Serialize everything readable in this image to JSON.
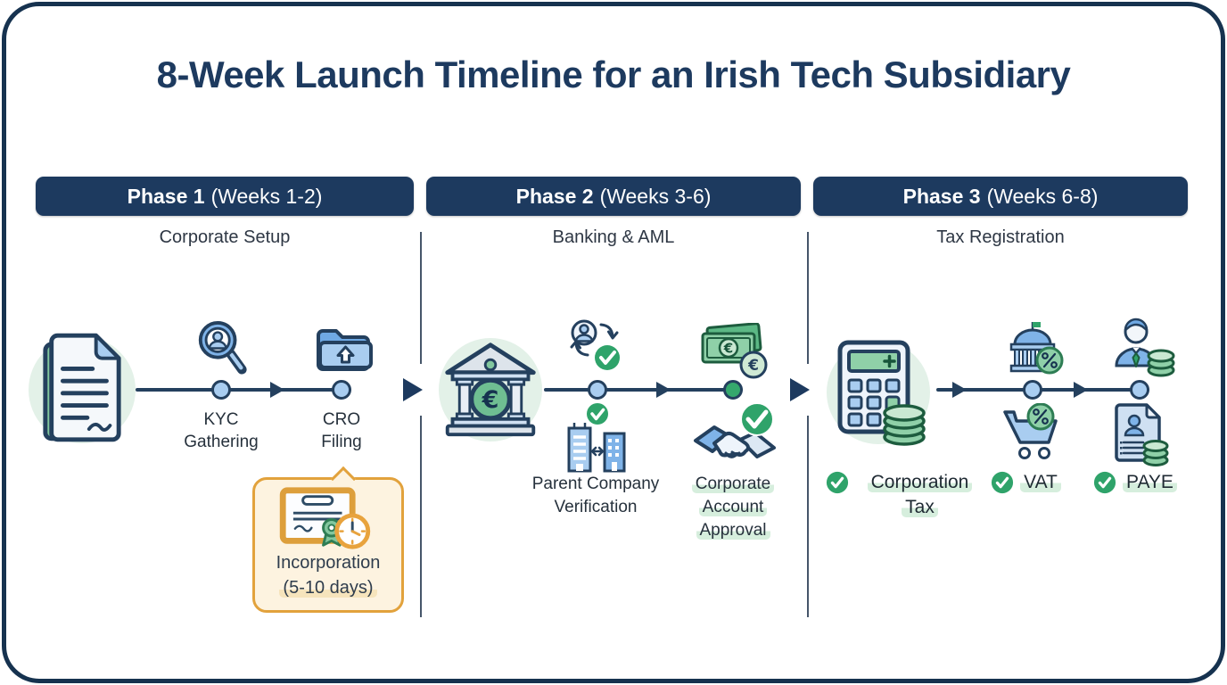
{
  "title": "8-Week Launch Timeline for an Irish Tech Subsidiary",
  "colors": {
    "navy": "#1d3a5f",
    "stroke": "#24405e",
    "node_blue": "#a9cdf0",
    "node_green": "#35a86d",
    "accent_green": "#2fa36a",
    "soft_green": "#e3f1e8",
    "highlight_green": "#d6eedd",
    "callout_border": "#e2a23c",
    "callout_bg": "#fdf3e0"
  },
  "phases": [
    {
      "header_bold": "Phase 1",
      "header_range": "(Weeks 1-2)",
      "subtitle": "Corporate Setup",
      "lead_icon": "documents-icon",
      "milestones": [
        {
          "label": "KYC Gathering",
          "icon": "magnifier-person-icon",
          "node": "blue"
        },
        {
          "label": "CRO Filing",
          "icon": "folder-upload-icon",
          "node": "blue"
        }
      ],
      "callout": {
        "icon": "certificate-clock-icon",
        "title": "Incorporation",
        "duration": "(5-10 days)"
      }
    },
    {
      "header_bold": "Phase 2",
      "header_range": "(Weeks 3-6)",
      "subtitle": "Banking & AML",
      "lead_icon": "bank-euro-icon",
      "milestones": [
        {
          "label": "Parent Company Verification",
          "icon_above": "person-verify-cycle-icon",
          "icon_below": "company-link-check-icon",
          "node": "blue"
        },
        {
          "label": "Corporate Account Approval",
          "icon_above": "euro-banknotes-icon",
          "icon_below": "handshake-approved-icon",
          "node": "green",
          "highlighted": true
        }
      ]
    },
    {
      "header_bold": "Phase 3",
      "header_range": "(Weeks 6-8)",
      "subtitle": "Tax Registration",
      "lead_icon": "calculator-coins-icon",
      "outcomes": [
        {
          "label": "Corporation Tax",
          "icon": "check-circle-icon",
          "highlighted": true
        },
        {
          "label": "VAT",
          "icon": "check-circle-icon",
          "icon_above": "government-percent-icon",
          "icon_below": "cart-percent-icon",
          "highlighted": true
        },
        {
          "label": "PAYE",
          "icon": "check-circle-icon",
          "icon_above": "employee-coins-icon",
          "icon_below": "payroll-doc-coins-icon",
          "highlighted": true
        }
      ]
    }
  ]
}
